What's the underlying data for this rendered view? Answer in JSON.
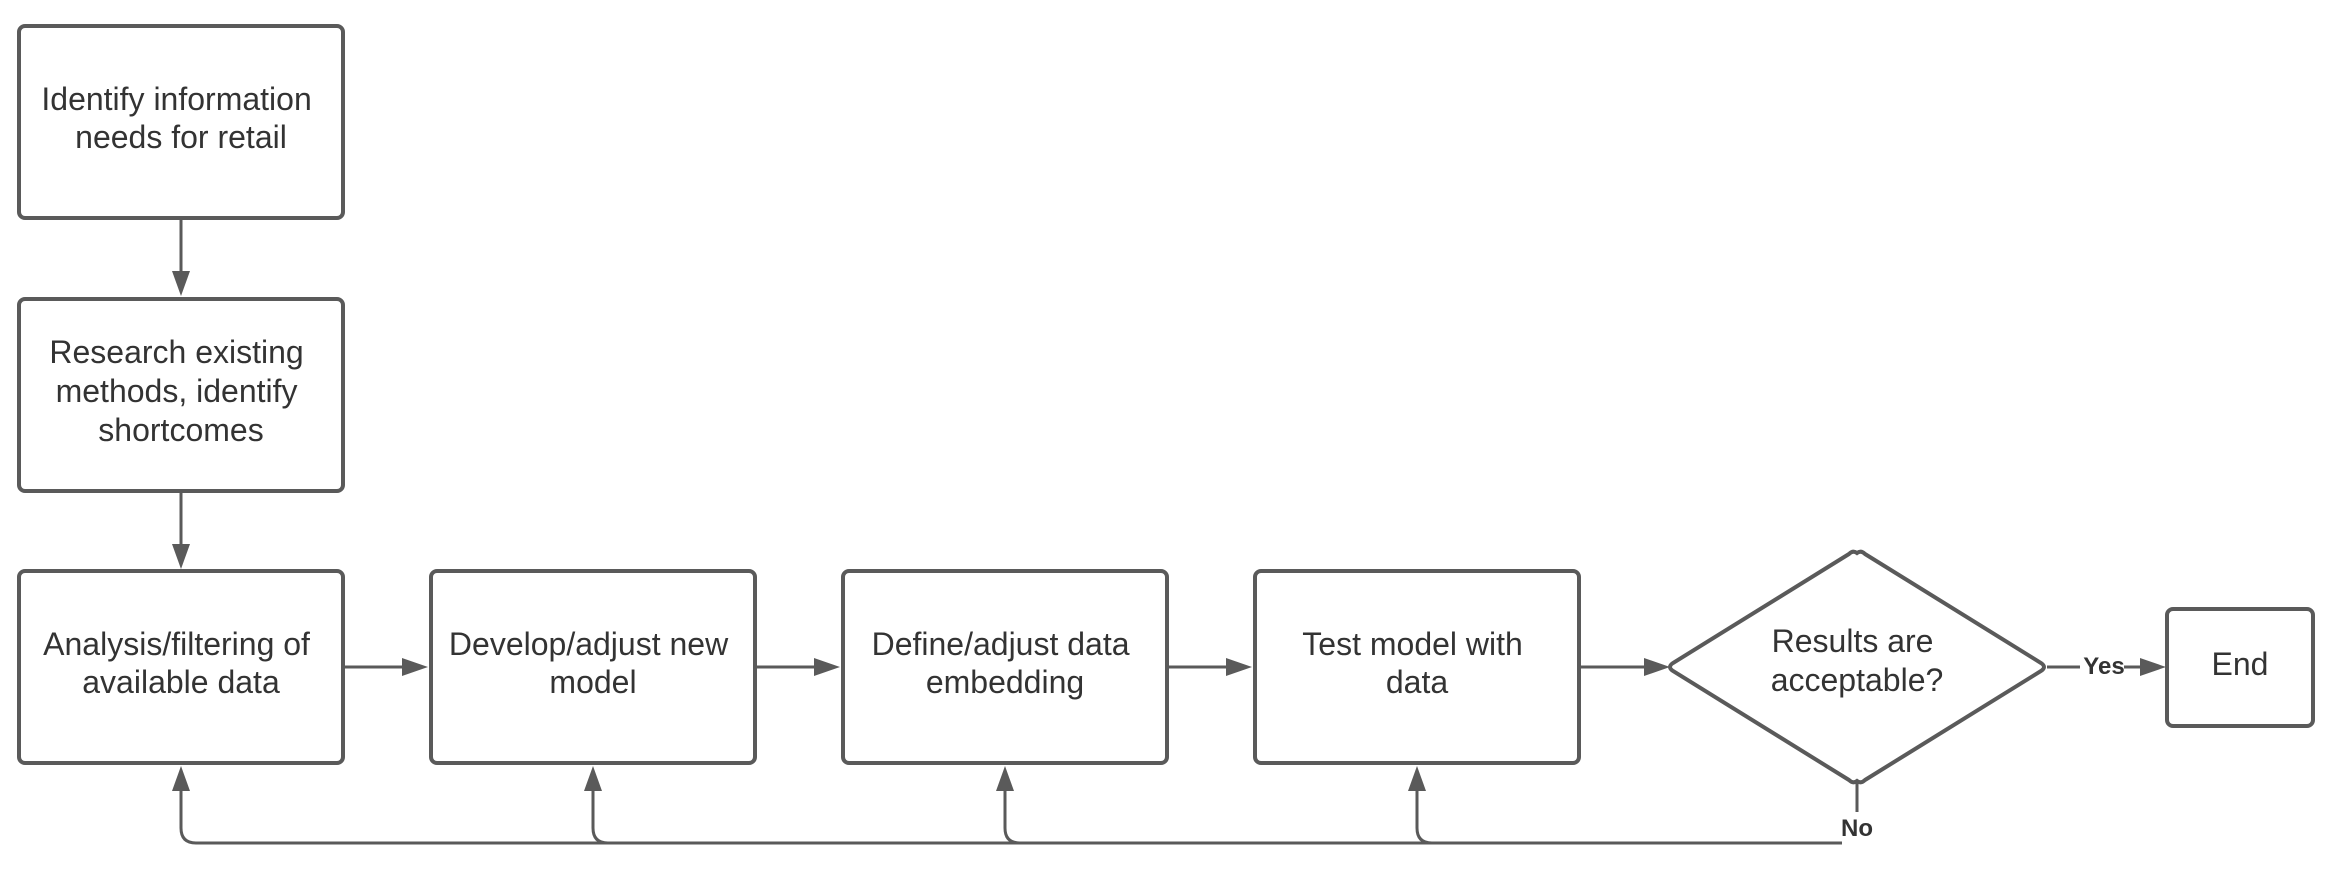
{
  "nodes": {
    "identify": {
      "lines": [
        "Identify information",
        "needs for retail"
      ]
    },
    "research": {
      "lines": [
        "Research existing",
        "methods, identify",
        "shortcomes"
      ]
    },
    "analysis": {
      "lines": [
        "Analysis/filtering  of",
        "available data"
      ]
    },
    "develop": {
      "lines": [
        "Develop/adjust new",
        "model"
      ]
    },
    "define": {
      "lines": [
        "Define/adjust  data",
        "embedding"
      ]
    },
    "test": {
      "lines": [
        "Test model with",
        "data"
      ]
    },
    "decision": {
      "lines": [
        "Results are",
        "acceptable?"
      ]
    },
    "end": {
      "lines": [
        "End"
      ]
    }
  },
  "edges": {
    "yes_label": "Yes",
    "no_label": "No"
  },
  "colors": {
    "stroke": "#5a5a5a",
    "text": "#333333",
    "background": "#ffffff"
  }
}
